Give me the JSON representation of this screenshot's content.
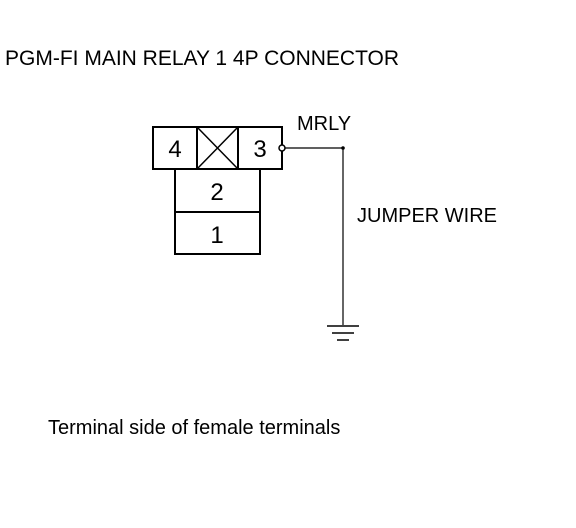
{
  "title": "PGM-FI MAIN RELAY 1 4P CONNECTOR",
  "wire_label": "MRLY",
  "jumper_label": "JUMPER WIRE",
  "caption": "Terminal side of female terminals",
  "connector": {
    "pins": [
      {
        "number": "4"
      },
      {
        "number": "3"
      },
      {
        "number": "2"
      },
      {
        "number": "1"
      }
    ]
  },
  "colors": {
    "line": "#000000",
    "background": "#ffffff"
  }
}
